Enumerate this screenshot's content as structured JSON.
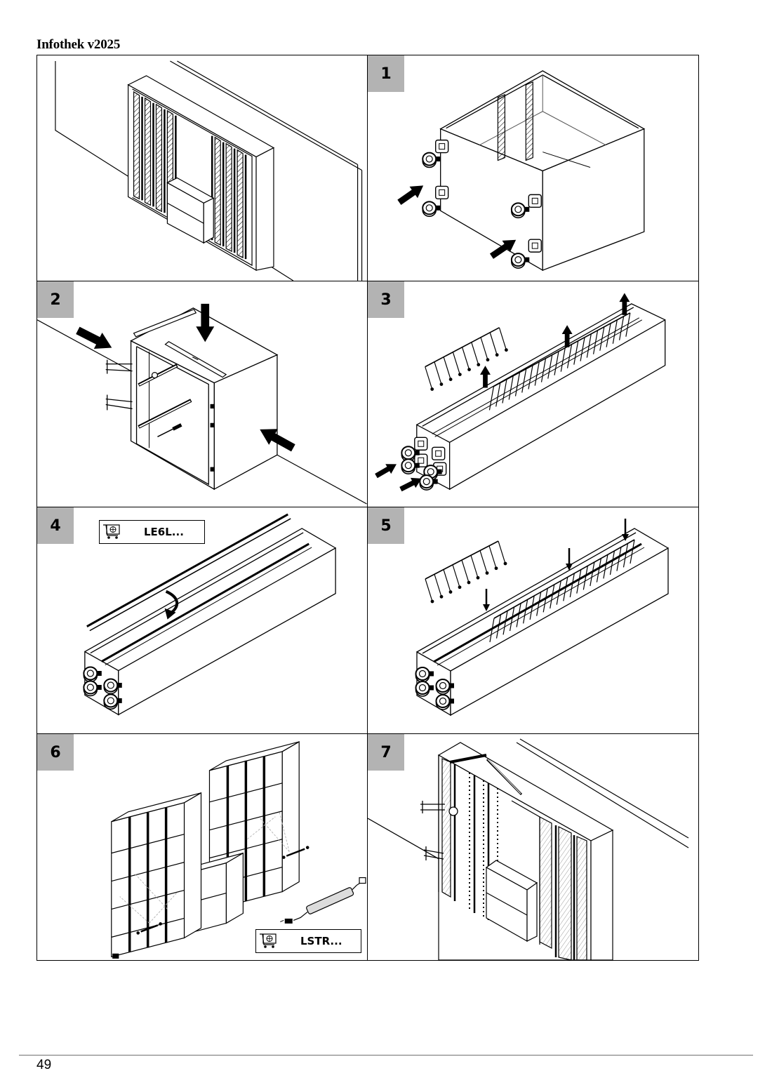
{
  "document": {
    "title": "Infothek v2025"
  },
  "steps": [
    "1",
    "2",
    "3",
    "4",
    "5",
    "6",
    "7"
  ],
  "part_labels": {
    "step4_code": "LE6L...",
    "step6_code": "LSTR..."
  },
  "icons": {
    "part_order": "shopping-cart-icon"
  },
  "colors": {
    "badge_fill": "#b3b3b3",
    "line": "#000000",
    "footer_rule": "#6f6f6f"
  },
  "footer": {
    "page_number": "49"
  }
}
